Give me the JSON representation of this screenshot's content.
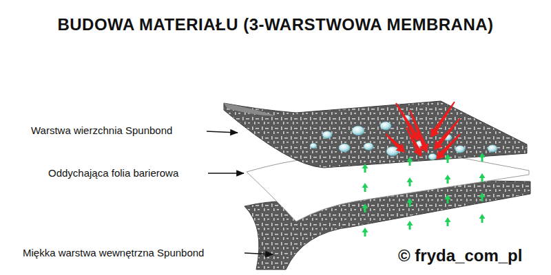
{
  "diagram": {
    "title": "BUDOWA MATERIAŁU (3-WARSTWOWA MEMBRANA)",
    "labels": [
      "Warstwa wierzchnia Spunbond",
      "Oddychająca folia barierowa",
      "Miękka warstwa wewnętrzna Spunbond",
      "© fryda_com_pl"
    ]
  }
}
